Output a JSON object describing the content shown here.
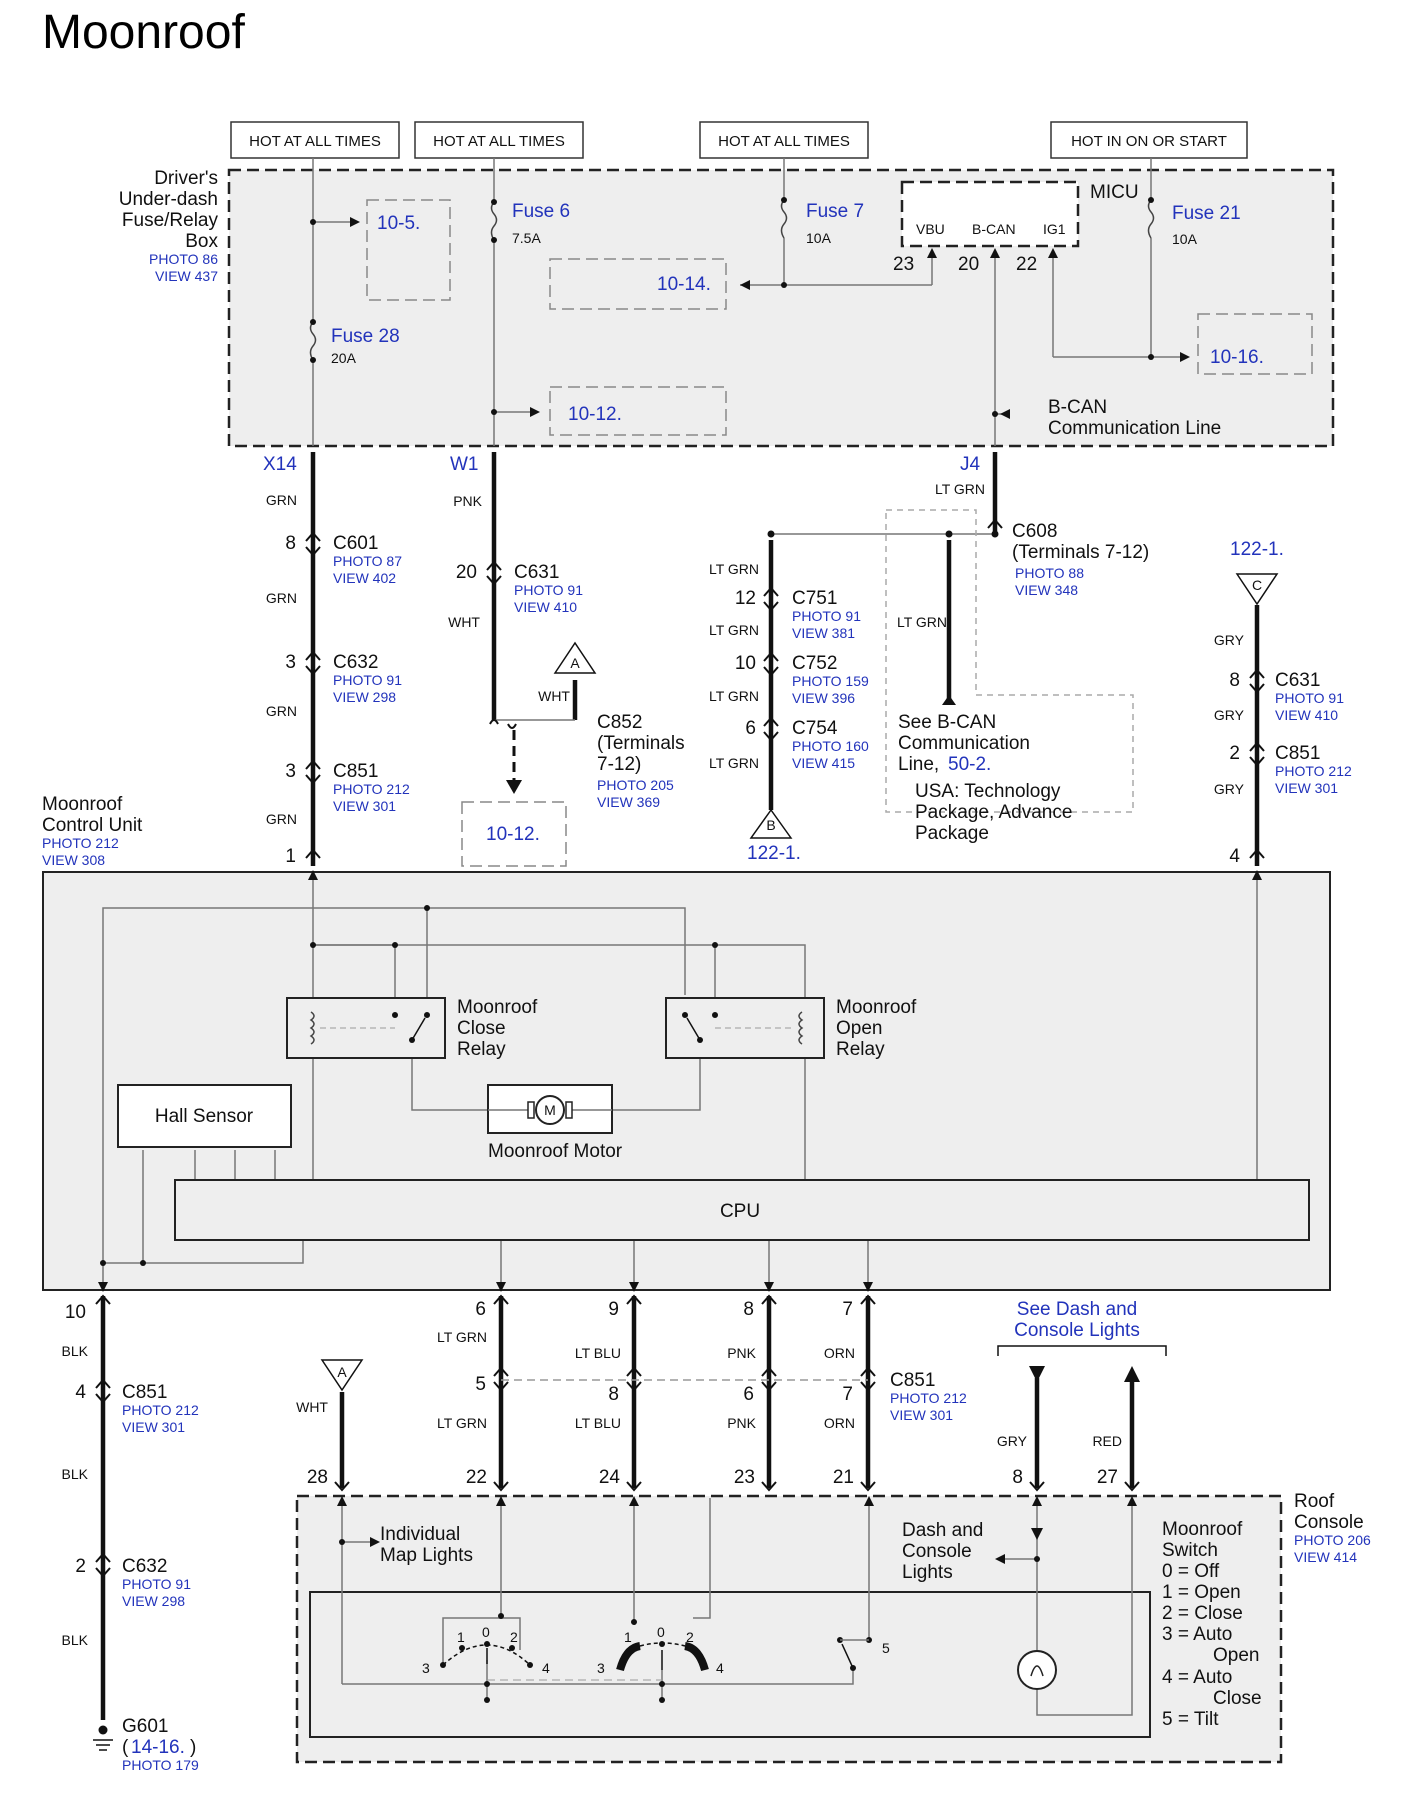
{
  "title": "Moonroof",
  "supply": {
    "hot1": "HOT AT ALL TIMES",
    "hot2": "HOT AT ALL TIMES",
    "hot3": "HOT AT ALL TIMES",
    "hot4": "HOT IN ON OR START"
  },
  "fusebox": {
    "name_l1": "Driver's",
    "name_l2": "Under-dash",
    "name_l3": "Fuse/Relay",
    "name_l4": "Box",
    "photo": "PHOTO 86",
    "view": "VIEW 437",
    "micu": "MICU",
    "vbu": "VBU",
    "bcan": "B-CAN",
    "ig1": "IG1",
    "pin_vbu": "23",
    "pin_bcan": "20",
    "pin_ig1": "22",
    "bcan_line_l1": "B-CAN",
    "bcan_line_l2": "Communication Line"
  },
  "fuses": {
    "f6": "Fuse 6",
    "f6_amp": "7.5A",
    "f7": "Fuse 7",
    "f7_amp": "10A",
    "f21": "Fuse 21",
    "f21_amp": "10A",
    "f28": "Fuse 28",
    "f28_amp": "20A"
  },
  "refs": {
    "r10_5": "10-5.",
    "r10_14": "10-14.",
    "r10_16": "10-16.",
    "r10_12a": "10-12.",
    "r10_12b": "10-12.",
    "r122_c": "122-1.",
    "r122_b": "122-1.",
    "r50_2": "50-2.",
    "r14_16": "14-16."
  },
  "terminals": {
    "x14": "X14",
    "w1": "W1",
    "j4": "J4"
  },
  "wires": {
    "grn1": "GRN",
    "grn2": "GRN",
    "grn3": "GRN",
    "grn4": "GRN",
    "pnk": "PNK",
    "wht1": "WHT",
    "wht2": "WHT",
    "ltgrn_j4": "LT GRN",
    "ltgrn_a": "LT GRN",
    "ltgrn_b": "LT GRN",
    "ltgrn_c": "LT GRN",
    "ltgrn_d": "LT GRN",
    "ltgrn_bcan": "LT GRN",
    "gry1": "GRY",
    "gry2": "GRY",
    "gry3": "GRY",
    "blk1": "BLK",
    "blk2": "BLK",
    "blk3": "BLK",
    "ltgrn_b1": "LT GRN",
    "ltgrn_b2": "LT GRN",
    "ltblu1": "LT BLU",
    "ltblu2": "LT BLU",
    "pnk_b1": "PNK",
    "pnk_b2": "PNK",
    "orn1": "ORN",
    "orn2": "ORN",
    "wht_b": "WHT",
    "gry_b": "GRY",
    "red_b": "RED"
  },
  "connectors": {
    "c601": {
      "name": "C601",
      "photo": "PHOTO 87",
      "view": "VIEW 402",
      "pin": "8"
    },
    "c632a": {
      "name": "C632",
      "photo": "PHOTO 91",
      "view": "VIEW 298",
      "pin": "3"
    },
    "c851a": {
      "name": "C851",
      "photo": "PHOTO 212",
      "view": "VIEW 301",
      "pin": "3"
    },
    "c631a": {
      "name": "C631",
      "photo": "PHOTO 91",
      "view": "VIEW 410",
      "pin": "20"
    },
    "c852": {
      "name": "C852",
      "l2": "(Terminals",
      "l3": "7-12)",
      "photo": "PHOTO 205",
      "view": "VIEW 369"
    },
    "c751": {
      "name": "C751",
      "photo": "PHOTO 91",
      "view": "VIEW 381",
      "pin": "12"
    },
    "c752": {
      "name": "C752",
      "photo": "PHOTO 159",
      "view": "VIEW 396",
      "pin": "10"
    },
    "c754": {
      "name": "C754",
      "photo": "PHOTO 160",
      "view": "VIEW 415",
      "pin": "6"
    },
    "c608": {
      "name": "C608",
      "l2": "(Terminals 7-12)",
      "photo": "PHOTO 88",
      "view": "VIEW 348"
    },
    "c631b": {
      "name": "C631",
      "photo": "PHOTO 91",
      "view": "VIEW 410",
      "pin": "8"
    },
    "c851b": {
      "name": "C851",
      "photo": "PHOTO 212",
      "view": "VIEW 301",
      "pin": "2"
    },
    "c851c": {
      "name": "C851",
      "photo": "PHOTO 212",
      "view": "VIEW 301",
      "pin": "4"
    },
    "c632b": {
      "name": "C632",
      "photo": "PHOTO 91",
      "view": "VIEW 298",
      "pin": "2"
    },
    "c851d": {
      "name": "C851",
      "photo": "PHOTO 212",
      "view": "VIEW 301"
    },
    "g601": {
      "name": "G601",
      "open": "(",
      "close": ")",
      "photo": "PHOTO 179"
    }
  },
  "bcan_note": {
    "l1": "See B-CAN",
    "l2": "Communication",
    "l3": "Line,",
    "usa1": "USA: Technology",
    "usa2": "Package, Advance",
    "usa3": "Package"
  },
  "triangles": {
    "a1": "A",
    "b": "B",
    "c": "C",
    "a2": "A"
  },
  "control_unit": {
    "l1": "Moonroof",
    "l2": "Control Unit",
    "photo": "PHOTO 212",
    "view": "VIEW 308",
    "pin1": "1",
    "pin4": "4",
    "close_relay_l1": "Moonroof",
    "close_relay_l2": "Close",
    "close_relay_l3": "Relay",
    "open_relay_l1": "Moonroof",
    "open_relay_l2": "Open",
    "open_relay_l3": "Relay",
    "hall": "Hall Sensor",
    "motor": "Moonroof Motor",
    "motor_m": "M",
    "cpu": "CPU"
  },
  "bottom_pins": {
    "p10": "10",
    "p6": "6",
    "p9": "9",
    "p8": "8",
    "p7": "7",
    "p5": "5",
    "p8b": "8",
    "p6b": "6",
    "p7b": "7",
    "p28": "28",
    "p22": "22",
    "p24": "24",
    "p23": "23",
    "p21": "21",
    "p8c": "8",
    "p27": "27"
  },
  "dash": {
    "l1": "See Dash and",
    "l2": "Console Lights"
  },
  "console": {
    "l1": "Roof",
    "l2": "Console",
    "photo": "PHOTO 206",
    "view": "VIEW 414",
    "map_l1": "Individual",
    "map_l2": "Map Lights",
    "dcl_l1": "Dash and",
    "dcl_l2": "Console",
    "dcl_l3": "Lights",
    "sw_l1": "Moonroof",
    "sw_l2": "Switch",
    "s0": "0 = Off",
    "s1": "1 = Open",
    "s2": "2 = Close",
    "s3a": "3 = Auto",
    "s3b": "Open",
    "s4a": "4 = Auto",
    "s4b": "Close",
    "s5": "5 = Tilt",
    "n1": "1",
    "n0": "0",
    "n2": "2",
    "n3": "3",
    "n4": "4",
    "m1": "1",
    "m0": "0",
    "m2": "2",
    "m3": "3",
    "m4": "4",
    "t5": "5"
  }
}
